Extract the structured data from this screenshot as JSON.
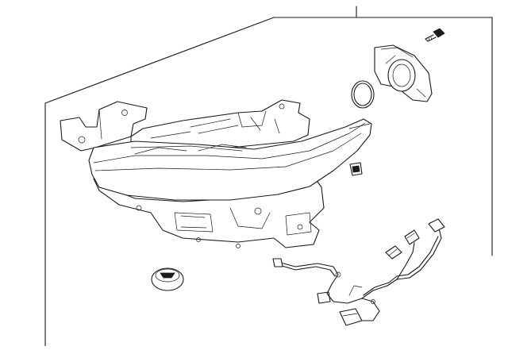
{
  "diagram": {
    "parts": [
      {
        "id": "headlamp-assembly",
        "label": ""
      },
      {
        "id": "bolt",
        "label": ""
      },
      {
        "id": "bulb-socket-cover",
        "label": ""
      },
      {
        "id": "o-ring-seal",
        "label": ""
      },
      {
        "id": "small-clip",
        "label": ""
      },
      {
        "id": "wiring-harness",
        "label": ""
      },
      {
        "id": "bulb",
        "label": ""
      },
      {
        "id": "bulb-socket",
        "label": ""
      },
      {
        "id": "dust-cap",
        "label": ""
      }
    ]
  }
}
